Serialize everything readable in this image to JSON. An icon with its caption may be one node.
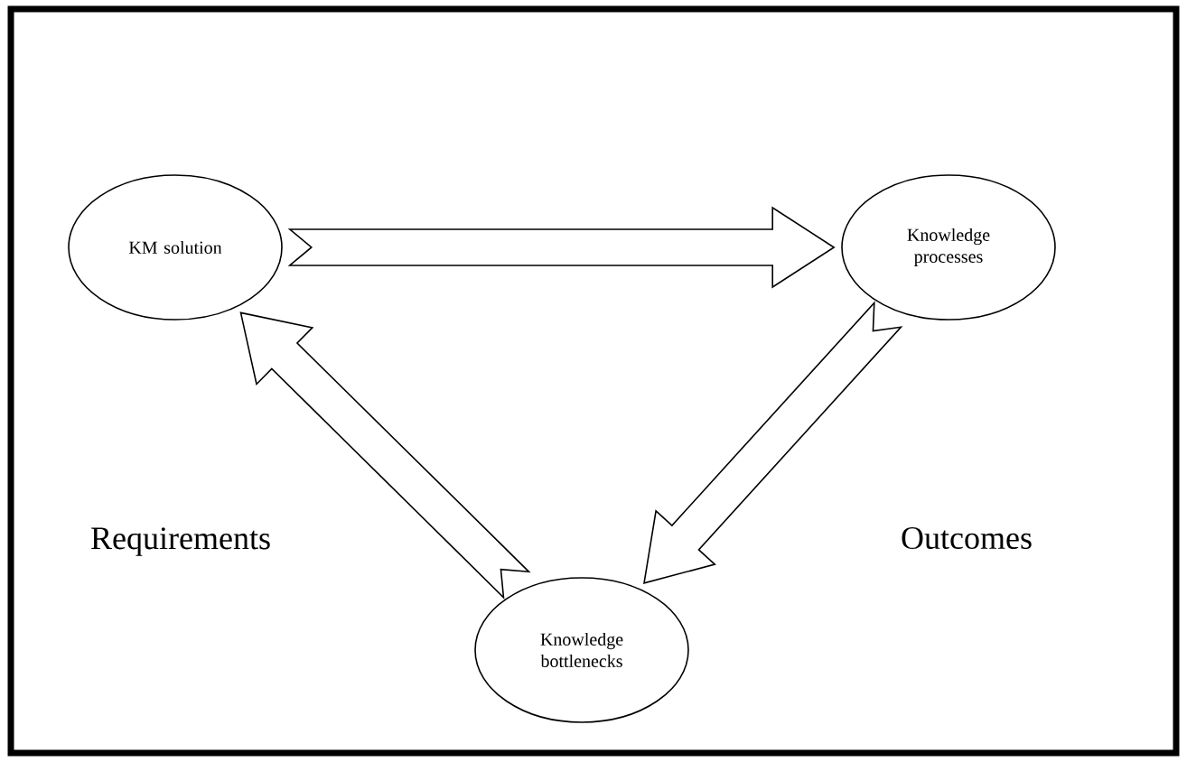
{
  "diagram": {
    "nodes": [
      {
        "text": [
          "KM solution"
        ]
      },
      {
        "text": [
          "Knowledge processes"
        ]
      },
      {
        "text": [
          "Knowledge bottlenecks"
        ]
      }
    ],
    "edges": [
      {
        "from": 0,
        "to": 1,
        "arrow": "to"
      },
      {
        "from": 1,
        "to": 2,
        "arrow": "to"
      },
      {
        "from": 2,
        "to": 0,
        "arrow": "to"
      }
    ],
    "labels": [
      "Requirements",
      "Outcomes"
    ]
  }
}
